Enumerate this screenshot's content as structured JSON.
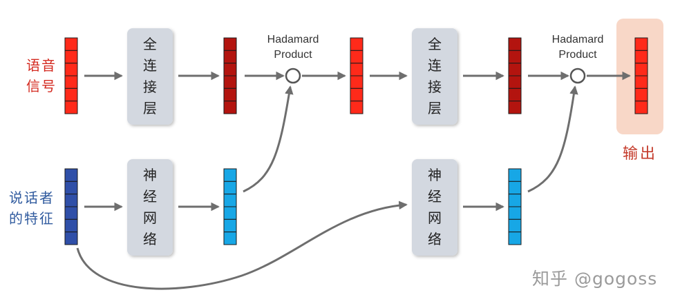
{
  "inputs": {
    "speech_signal": "语音\n信号",
    "speaker_features": "说话者\n的特征"
  },
  "blocks": {
    "fc1": "全\n连\n接\n层",
    "fc2": "全\n连\n接\n层",
    "nn1": "神\n经\n网\n络",
    "nn2": "神\n经\n网\n络"
  },
  "hadamard": {
    "label1": "Hadamard\nProduct",
    "label2": "Hadamard\nProduct"
  },
  "output": {
    "label": "输出"
  },
  "watermark": "知乎 @gogoss",
  "colors": {
    "red_vector": "#ff2a1a",
    "dark_red_vector": "#b3140f",
    "blue_vector": "#2f4fa8",
    "cyan_vector": "#17a7e6",
    "block_fill": "#d3d8e0",
    "output_bg": "#f8d7c7",
    "arrow": "#6e6e6e"
  }
}
